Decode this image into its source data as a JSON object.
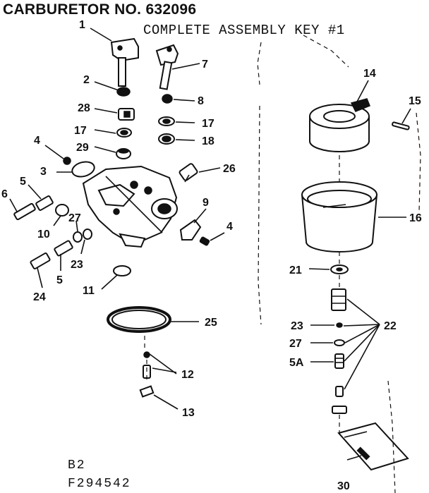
{
  "header": {
    "title": "CARBURETOR NO.  632096",
    "subtitle": "COMPLETE ASSEMBLY KEY #1"
  },
  "footer": {
    "line1": "B2",
    "line2": "F294542"
  },
  "labels": {
    "p1": "1",
    "p2": "2",
    "p3": "3",
    "p4a": "4",
    "p4b": "4",
    "p5a": "5",
    "p5b": "5",
    "p6": "6",
    "p7": "7",
    "p8": "8",
    "p9": "9",
    "p10": "10",
    "p11": "11",
    "p12": "12",
    "p13": "13",
    "p14": "14",
    "p15": "15",
    "p16": "16",
    "p17a": "17",
    "p17b": "17",
    "p18": "18",
    "p21": "21",
    "p22": "22",
    "p23a": "23",
    "p23b": "23",
    "p24": "24",
    "p25": "25",
    "p26": "26",
    "p27a": "27",
    "p27b": "27",
    "p28": "28",
    "p29": "29",
    "p30": "30",
    "p5A": "5A"
  }
}
